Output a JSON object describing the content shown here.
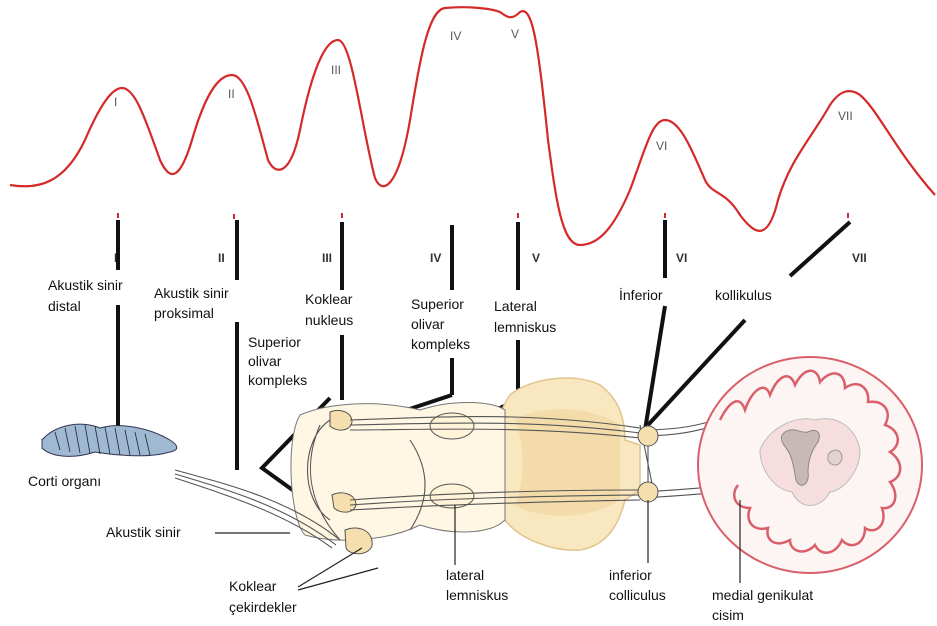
{
  "waveform": {
    "peaks": [
      "I",
      "II",
      "III",
      "IV",
      "V",
      "VI",
      "VII"
    ],
    "color": "#d42a2a"
  },
  "peak_markers": [
    "I",
    "II",
    "III",
    "IV",
    "V",
    "VI",
    "VII"
  ],
  "labels": {
    "akustik_distal": [
      "Akustik sinir",
      "distal"
    ],
    "akustik_proksimal": [
      "Akustik sinir",
      "proksimal"
    ],
    "koklear_nukleus": [
      "Koklear",
      "nukleus"
    ],
    "superior_olivar_1": [
      "Superior",
      "olivar",
      "kompleks"
    ],
    "superior_olivar_2": [
      "Superior",
      "olivar",
      "kompleks"
    ],
    "lateral_lemniskus_top": [
      "Lateral",
      "lemniskus"
    ],
    "inferior_top": "İnferior",
    "kollikulus": "kollikulus",
    "corti": "Corti organı",
    "akustik_sinir": "Akustik sinir",
    "koklear_cekirdekler": [
      "Koklear",
      "çekirdekler"
    ],
    "lateral_lemniskus_bottom": [
      "lateral",
      "lemniskus"
    ],
    "inferior_colliculus": [
      "inferior",
      "colliculus"
    ],
    "medial_genikulat": [
      "medial genikulat",
      "cisim"
    ]
  },
  "colors": {
    "brainstem_fill": "#f8e7bf",
    "brainstem_edge": "#e2c48e",
    "cortex_edge": "#d9606a",
    "cortex_fill": "#f6d7d7",
    "cochlea": "#9fb9d3"
  }
}
